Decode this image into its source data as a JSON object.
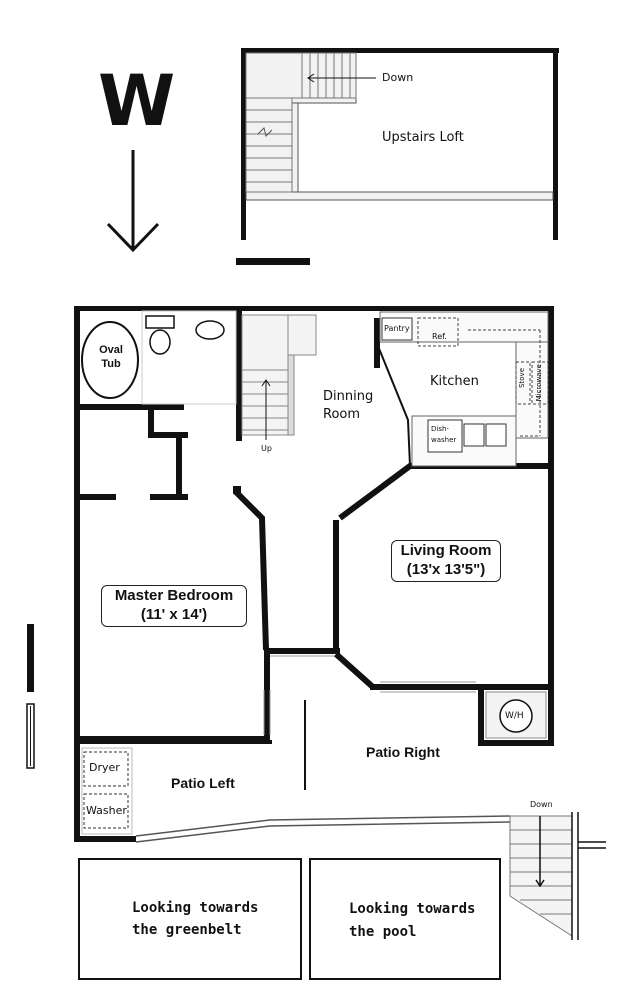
{
  "compass": {
    "letter": "W"
  },
  "upper_level": {
    "down_label": "Down",
    "loft_label": "Upstairs Loft"
  },
  "bath": {
    "tub_line1": "Oval",
    "tub_line2": "Tub"
  },
  "stairs": {
    "up_label": "Up"
  },
  "rooms": {
    "dining_line1": "Dinning",
    "dining_line2": "Room",
    "kitchen": "Kitchen",
    "pantry": "Pantry",
    "ref": "Ref.",
    "stove": "Stove",
    "microwave": "Microwave",
    "dishwasher_line1": "Dish-",
    "dishwasher_line2": "washer",
    "living_name": "Living Room",
    "living_size": "(13'x 13'5\")",
    "master_name": "Master Bedroom",
    "master_size": "(11' x 14')",
    "water_heater": "W/H",
    "dryer": "Dryer",
    "washer": "Washer"
  },
  "patios": {
    "left": "Patio Left",
    "right": "Patio Right",
    "down": "Down"
  },
  "views": {
    "greenbelt_line1": "Looking towards",
    "greenbelt_line2": "the greenbelt",
    "pool_line1": "Looking towards",
    "pool_line2": "the pool"
  }
}
